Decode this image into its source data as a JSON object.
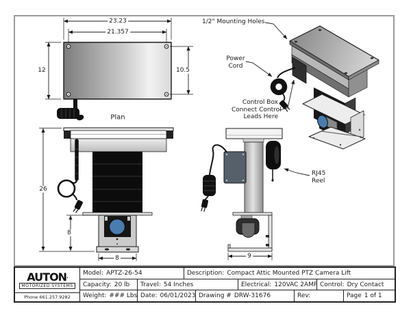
{
  "views": {
    "plan": {
      "label": "Plan",
      "dims": {
        "outer_width": "23.23",
        "hole_width": "21.357",
        "height": "12",
        "hole_height": "10.5"
      }
    },
    "front": {
      "dims": {
        "overall_height": "26",
        "housing_height": "8",
        "housing_width": "8"
      }
    },
    "side": {
      "dims": {
        "base_width": "9"
      },
      "rj45_label_line1": "RJ45",
      "rj45_label_line2": "Reel"
    },
    "isometric": {
      "annotations": {
        "mounting_holes": "1/2\" Mounting Holes",
        "power_line1": "Power",
        "power_line2": "Cord",
        "control_line1": "Control Box",
        "control_line2": "Connect Control",
        "control_line3": "Leads Here"
      }
    }
  },
  "colors": {
    "camera_lens_blue": "#4a7cb0",
    "plate_gray": "#8f8f8f",
    "line_black": "#1a1a1a",
    "border_gray": "#9a9a9a"
  },
  "title_block": {
    "logo": "AUTON",
    "logo_mark": ".",
    "logo_subtitle": "MOTORIZED SYSTEMS",
    "phone": "Phone 661.257.9282",
    "model": {
      "label": "Model:",
      "value": "APTZ-26-54"
    },
    "description": {
      "label": "Description:",
      "value": "Compact Attic Mounted PTZ Camera Lift"
    },
    "capacity": {
      "label": "Capacity:",
      "value": "20 lb"
    },
    "travel": {
      "label": "Travel:",
      "value": "54 Inches"
    },
    "electrical": {
      "label": "Electrical:",
      "value": "120VAC  2AMP"
    },
    "control": {
      "label": "Control:",
      "value": "Dry Contact"
    },
    "weight": {
      "label": "Weight:",
      "value": "### Lbs."
    },
    "date": {
      "label": "Date:",
      "value": "06/01/2023"
    },
    "drawing_no": {
      "label": "Drawing #",
      "value": "DRW-31676"
    },
    "rev": {
      "label": "Rev:",
      "value": ""
    },
    "page": {
      "label": "Page",
      "value": "1  of  1"
    }
  }
}
